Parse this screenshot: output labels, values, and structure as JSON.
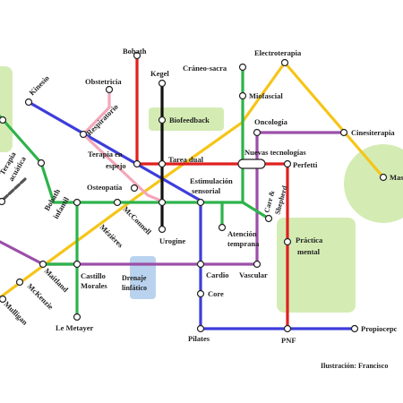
{
  "colors": {
    "green": "#2db34a",
    "yellow": "#f5c518",
    "blue": "#3d3ddb",
    "pink": "#f4a7b9",
    "red": "#e02020",
    "black": "#111111",
    "purple": "#9b4fa8",
    "gray": "#555555",
    "area_green": "#d4ecb4",
    "area_blue": "#b9d3ef"
  },
  "areas": {
    "biofeedback": "Biofeedback",
    "practica_mental": "Práctica mental",
    "drenaje": "Drenaje linfático"
  },
  "stations": {
    "bobath": "Bobath",
    "kegel": "Kegel",
    "craneo_sacra": "Cráneo-sacra",
    "electroterapia": "Electroterapia",
    "kinesio": "Kinesio",
    "obstetricia": "Obstetricia",
    "miofascial": "Miofascial",
    "respiratorio": "Respiratorio",
    "oncologia": "Oncología",
    "cinesiterapia": "Cinesiterapia",
    "terapia_espejo_1": "Terapia en",
    "terapia_espejo_2": "espejo",
    "tarea_dual": "Tarea dual",
    "nuevas_tecnologias": "Nuevas tecnologías",
    "perfetti": "Perfetti",
    "mas": "Mas",
    "terapia_acuatica_1": "Terapia",
    "terapia_acuatica_2": "acuática",
    "osteopatia": "Osteopatía",
    "estimulacion_1": "Estimulación",
    "estimulacion_2": "sensorial",
    "carr_shepherd_1": "Carr &",
    "carr_shepherd_2": "Shepherd",
    "bobath_infantil_1": "Bobath",
    "bobath_infantil_2": "infantil",
    "mcconnell": "McConnell",
    "mezieres": "Mézières",
    "urogine": "Urogine",
    "atencion_1": "Atención",
    "atencion_2": "temprana",
    "maitland": "Maitland",
    "castillo_1": "Castillo",
    "castillo_2": "Morales",
    "cardio": "Cardio",
    "vascular": "Vascular",
    "mckenzie": "McKenzie",
    "core": "Core",
    "mulligan": "Mulligan",
    "le_metayer": "Le Metayer",
    "pilates": "Pilates",
    "pnf": "PNF",
    "propiocepcion": "Propiocepc"
  },
  "credit": "Ilustración: Francisco"
}
